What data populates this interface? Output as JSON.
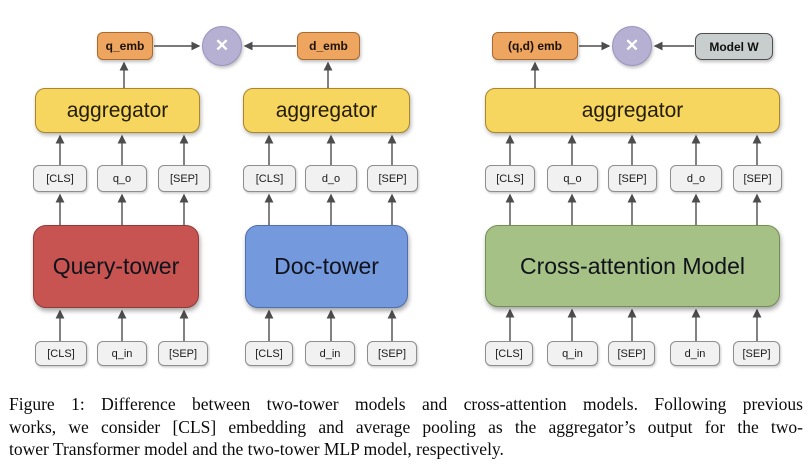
{
  "colors": {
    "emb_fill": "#eda55f",
    "emb_border": "#a96a2e",
    "agg_fill": "#f6d65f",
    "agg_border": "#a8862a",
    "token_fill": "#f1f1f1",
    "token_border": "#8e8e8e",
    "query_fill": "#c75450",
    "query_border": "#8f3b38",
    "doc_fill": "#7499dd",
    "doc_border": "#4f6fae",
    "cross_fill": "#a6c185",
    "cross_border": "#728e55",
    "circle_fill": "#b6b0d2",
    "circle_border": "#9a93c0",
    "model_fill": "#c8cdcd",
    "model_border": "#4e4e4e",
    "arrow": "#4d4d4d"
  },
  "diagram": {
    "multiply_symbol": "✕",
    "left": {
      "q_emb": "q_emb",
      "d_emb": "d_emb",
      "agg_query": "aggregator",
      "agg_doc": "aggregator",
      "query_tower": "Query-tower",
      "doc_tower": "Doc-tower",
      "query_mid": [
        "[CLS]",
        "q_o",
        "[SEP]"
      ],
      "doc_mid": [
        "[CLS]",
        "d_o",
        "[SEP]"
      ],
      "query_in": [
        "[CLS]",
        "q_in",
        "[SEP]"
      ],
      "doc_in": [
        "[CLS]",
        "d_in",
        "[SEP]"
      ]
    },
    "right": {
      "qd_emb": "(q,d) emb",
      "model_w": "Model W",
      "agg": "aggregator",
      "tower": "Cross-attention Model",
      "mid": [
        "[CLS]",
        "q_o",
        "[SEP]",
        "d_o",
        "[SEP]"
      ],
      "inp": [
        "[CLS]",
        "q_in",
        "[SEP]",
        "d_in",
        "[SEP]"
      ]
    }
  },
  "caption": {
    "line1": "Figure 1: Difference between two-tower models and cross-attention models. Following previous",
    "line2": "works, we consider [CLS] embedding and average pooling as the aggregator’s output for the two-",
    "line3": "tower Transformer model and the two-tower MLP model, respectively."
  }
}
